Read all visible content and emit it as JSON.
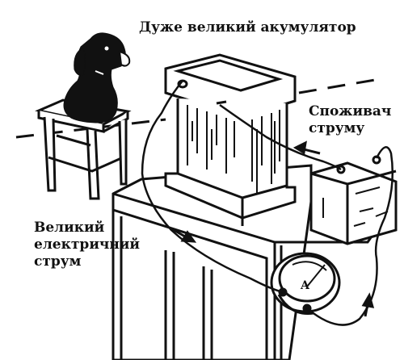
{
  "labels": {
    "battery": "Дуже великий акумулятор",
    "consumer": [
      "Споживач",
      "струму"
    ],
    "current": [
      "Великий",
      "електричний",
      "струм"
    ]
  },
  "meter_letter": "A",
  "colors": {
    "ink": "#111111",
    "paper": "#ffffff"
  }
}
